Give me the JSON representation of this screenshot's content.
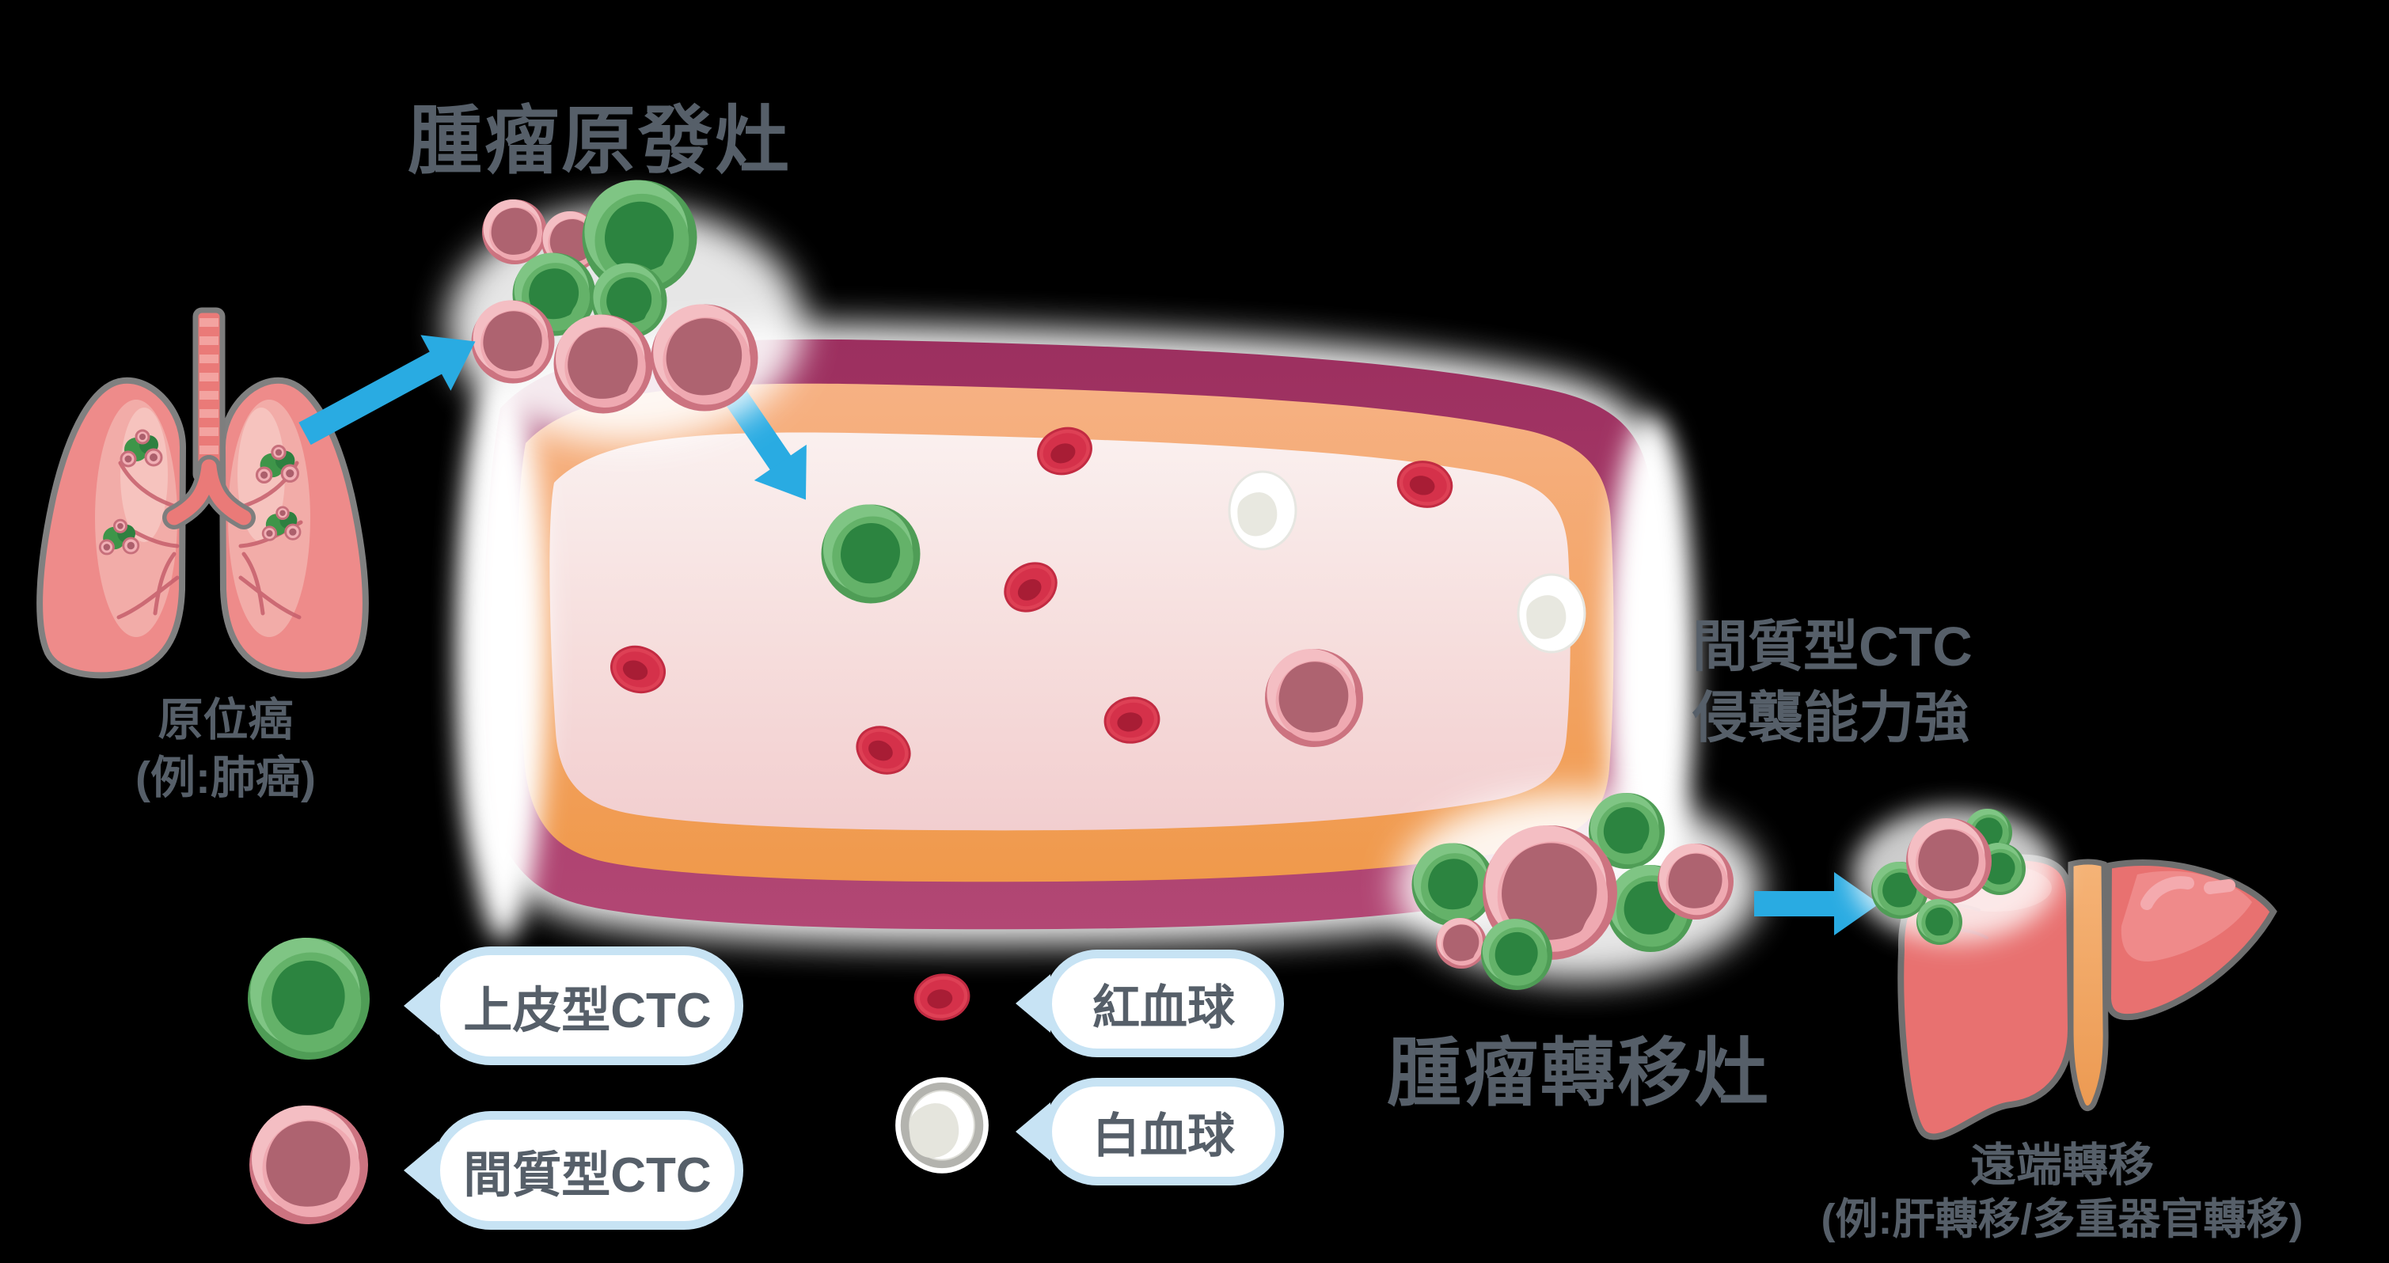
{
  "labels": {
    "primary_tumor": "腫瘤原發灶",
    "origin_line1": "原位癌",
    "origin_line2": "(例:肺癌)",
    "mesenchymal_line1": "間質型CTC",
    "mesenchymal_line2": "侵襲能力強",
    "metastatic_tumor": "腫瘤轉移灶",
    "distant_line1": "遠端轉移",
    "distant_line2": "(例:肝轉移/多重器官轉移)"
  },
  "legend": {
    "epithelial_ctc": "上皮型CTC",
    "mesenchymal_ctc": "間質型CTC",
    "red_blood_cell": "紅血球",
    "white_blood_cell": "白血球"
  },
  "colors": {
    "arrow_blue": "#29ABE2",
    "label_text": "#565F69",
    "vessel_wall_outer_magenta": "#9C2F5F",
    "vessel_wall_orange": "#F2A05C",
    "vessel_lumen_pink": "#F6DCDB",
    "epithelial_cell_green": "#64B269",
    "mesenchymal_cell_pink": "#EFA9B1",
    "red_blood_cell": "#D5314A",
    "white_blood_cell": "#FFFFFF",
    "bubble_border_blue": "#C7E3F4"
  }
}
